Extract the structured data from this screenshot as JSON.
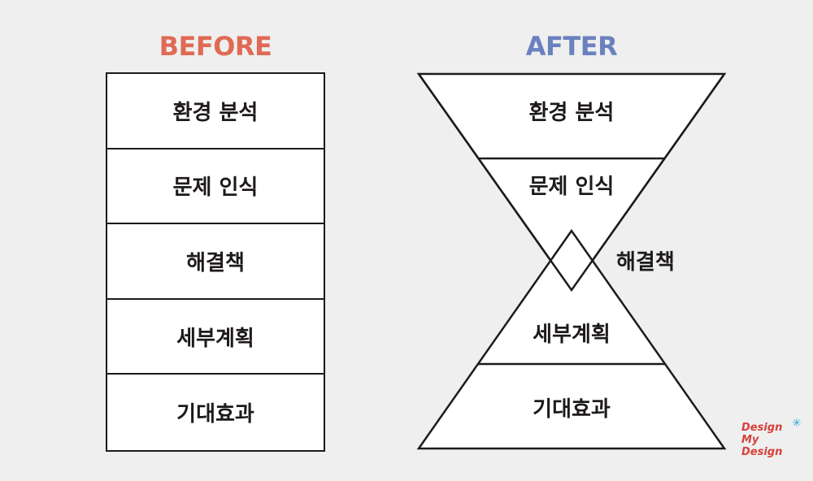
{
  "before": {
    "title": "BEFORE",
    "steps": [
      "환경 분석",
      "문제 인식",
      "해결책",
      "세부계획",
      "기대효과"
    ]
  },
  "after": {
    "title": "AFTER",
    "steps": [
      "환경 분석",
      "문제 인식",
      "해결책",
      "세부계획",
      "기대효과"
    ]
  },
  "logo": {
    "lines": [
      "Design",
      "My",
      "Design"
    ],
    "star": "✳"
  },
  "colors": {
    "before_accent": "#e06a55",
    "after_accent": "#6b81bf",
    "stroke": "#1e1a1a",
    "background": "#efefef",
    "logo_red": "#d6413b",
    "logo_blue": "#38a7d8"
  }
}
